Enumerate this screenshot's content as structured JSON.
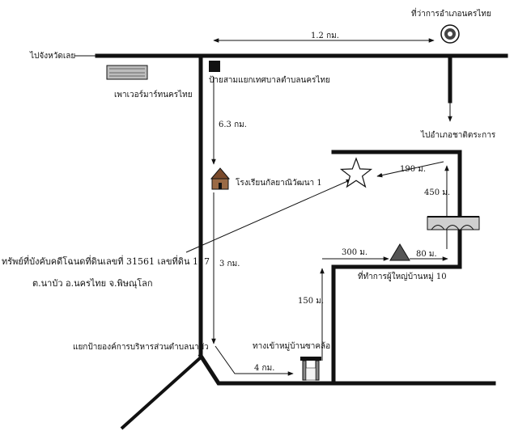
{
  "map": {
    "labels": {
      "district_office": "ที่ว่าการอำเภอนครไทย",
      "to_loei": "ไปจังหวัดเลย",
      "dist_top": "1.2 กม.",
      "junction_top": "ป้ายสามแยกเทศบาลตำบลนครไทย",
      "power_station": "เพาเวอร์มาร์ทนครไทย",
      "to_chat_trakan": "ไปอำเภอชาติตระการ",
      "dist_63": "6.3 กม.",
      "school": "โรงเรียนกัลยาณิวัฒนา 1",
      "dist_190": "190 ม.",
      "dist_450": "450 ม.",
      "property_line1": "ทรัพย์ที่บังคับคดีโฉนดที่ดินเลขที่ 31561 เลขที่ดิน 117",
      "property_line2": "ต.นาบัว อ.นครไทย จ.พิษณุโลก",
      "dist_300": "300 ม.",
      "dist_80": "80 ม.",
      "headman_office": "ที่ทำการผู้ใหญ่บ้านหมู่ 10",
      "dist_3km": "3 กม.",
      "dist_150": "150 ม.",
      "junction_bottom": "แยกป้ายองค์การบริหารส่วนตำบลนาบัว",
      "village_entrance": "ทางเข้าหมู่บ้านซาคล้อ",
      "dist_4km": "4 กม."
    },
    "icons": {
      "district_office": "seal-icon",
      "junction_marker": "square-marker-icon",
      "power_station": "building-icon",
      "school": "school-icon",
      "property": "star-icon",
      "headman_office": "triangle-icon",
      "bridge": "bridge-icon",
      "village_gate": "gate-icon"
    }
  }
}
